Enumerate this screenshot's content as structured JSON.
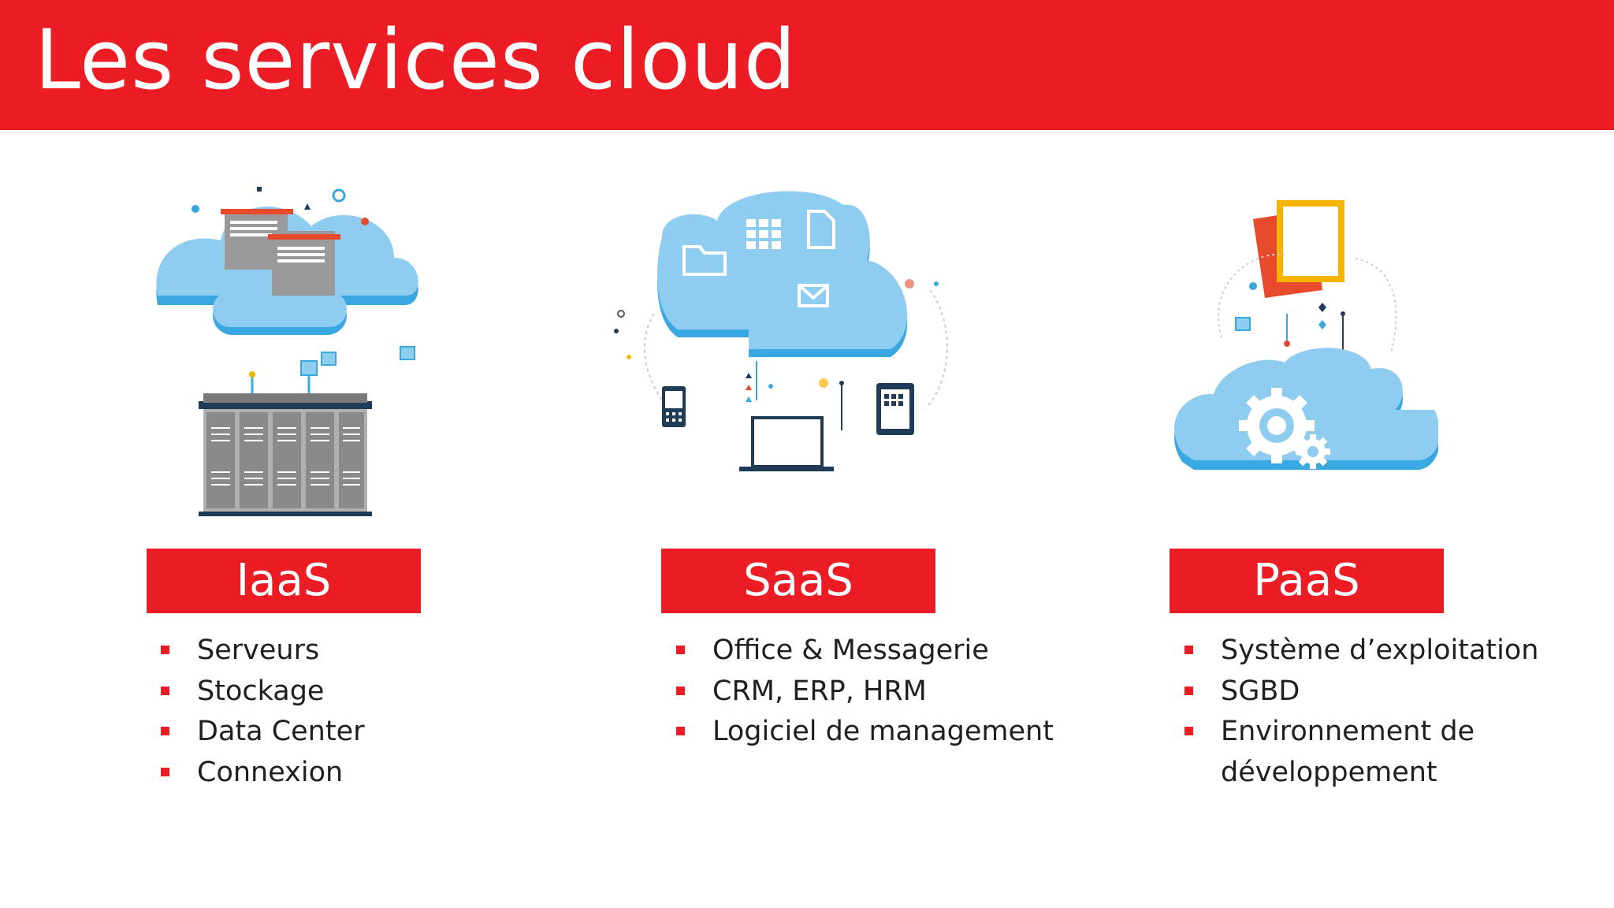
{
  "slide": {
    "title": "Les services cloud",
    "accent_color": "#ec1c24",
    "cloud_color": "#8fcdf0"
  },
  "columns": [
    {
      "label": "IaaS",
      "icon": "cloud-servers-datacenter-icon",
      "items": [
        "Serveurs",
        "Stockage",
        "Data Center",
        "Connexion"
      ]
    },
    {
      "label": "SaaS",
      "icon": "cloud-apps-devices-icon",
      "items": [
        "Office & Messagerie",
        "CRM, ERP, HRM",
        "Logiciel de management"
      ]
    },
    {
      "label": "PaaS",
      "icon": "cloud-gears-documents-icon",
      "items": [
        "Système d’exploitation",
        "SGBD",
        "Environnement de"
      ],
      "item_continuation": "développement"
    }
  ]
}
